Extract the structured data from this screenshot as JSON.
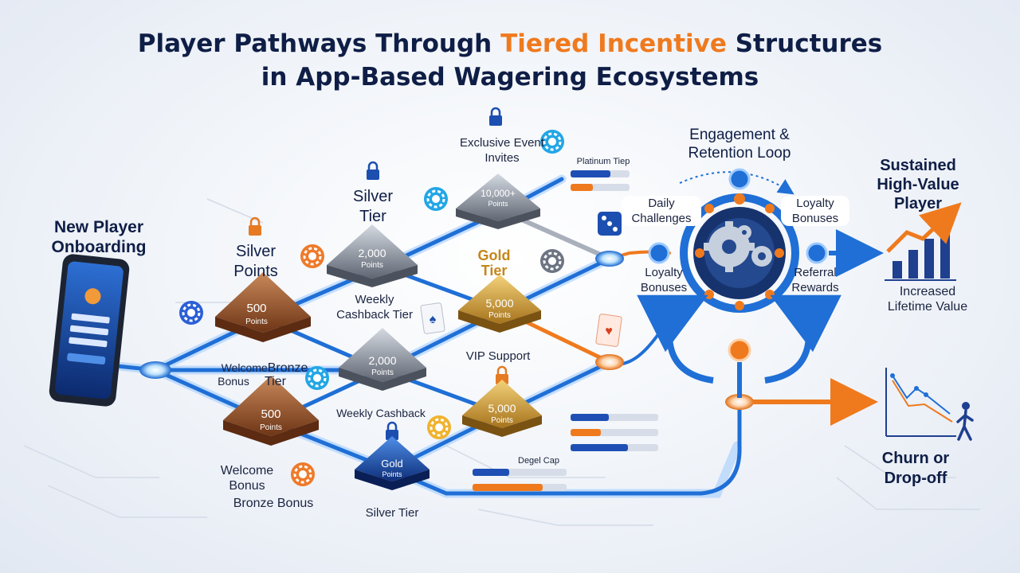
{
  "title": {
    "part1": "Player Pathways Through ",
    "highlight": "Tiered Incentive",
    "part2": " Structures",
    "line2": "in App-Based Wagering Ecosystems"
  },
  "nodes": {
    "new_player": "New Player Onboarding",
    "silver_points": "Silver Points",
    "silver_tier_top": "Silver Tier",
    "exclusive_event": "Exclusive Event Invites",
    "platinum_tier": "Platinum Tiep",
    "gold_tier": "Gold Tier",
    "weekly_cashback_tier": "Weekly Cashback Tier",
    "vip_support": "VIP Support",
    "welcome_bonus_bronze": "Welcome",
    "bronze_tier_word": "Bronze",
    "bronze_tier_suffix": "Tier",
    "bonus_word": "Bonus",
    "weekly_cashback": "Weekly Cashback",
    "welcome_bonus": "Welcome Bonus",
    "bronze_bonus": "Bronze Bonus",
    "silver_tier_bottom": "Silver Tier",
    "degel_cap": "Degel Cap"
  },
  "pyramids": {
    "bronze_upper": {
      "value": "500",
      "unit": "Points"
    },
    "bronze_lower": {
      "value": "500",
      "unit": "Points"
    },
    "silver_upper": {
      "value": "2,000",
      "unit": "Points"
    },
    "silver_mid": {
      "value": "2,000",
      "unit": "Points"
    },
    "platinum": {
      "value": "10,000+",
      "unit": "Points"
    },
    "gold_upper": {
      "value": "5,000",
      "unit": "Points"
    },
    "gold_lower": {
      "value": "5,000",
      "unit": "Points"
    },
    "blue": {
      "value": "Gold",
      "unit": "Points"
    }
  },
  "loop": {
    "title": "Engagement & Retention Loop",
    "daily": "Daily Challenges",
    "loyalty_top": "Loyalty Bonuses",
    "loyalty_left": "Loyalty Bonuses",
    "referral": "Referral Rewards"
  },
  "outcomes": {
    "sustained": "Sustained High-Value Player",
    "lifetime": "Increased Lifetime Value",
    "churn": "Churn or Drop-off"
  },
  "colors": {
    "navy": "#0f1e46",
    "orange": "#ef7a1e",
    "blue": "#1f6fd6",
    "bronze": "#8e4e2a",
    "silver": "#8e96a4",
    "gold": "#d2a23a"
  }
}
